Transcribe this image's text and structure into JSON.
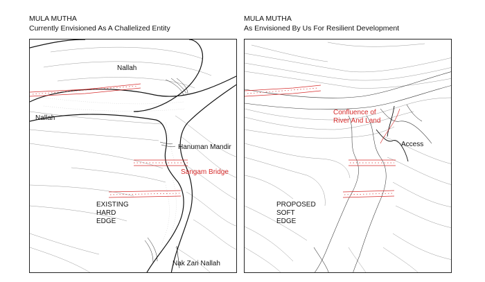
{
  "left": {
    "title": "MULA MUTHA",
    "subtitle": "Currently Envisioned As A Challelized Entity",
    "labels": {
      "nallah_top": "Nallah",
      "nallah_left": "Nallah",
      "hanuman": "Hanuman Mandir",
      "sangam": "Sangam Bridge",
      "edge_1": "EXISTING",
      "edge_2": "HARD",
      "edge_3": "EDGE",
      "nak_zari": "Nak Zari Nallah"
    }
  },
  "right": {
    "title": "MULA MUTHA",
    "subtitle": "As Envisioned By Us For Resilient Development",
    "labels": {
      "confluence_1": "Confluence of",
      "confluence_2": "River And Land",
      "access": "Access",
      "edge_1": "PROPOSED",
      "edge_2": "SOFT",
      "edge_3": "EDGE"
    }
  },
  "colors": {
    "ink": "#111111",
    "annotation": "#d62a2a",
    "contour": "#9a9a9a"
  }
}
